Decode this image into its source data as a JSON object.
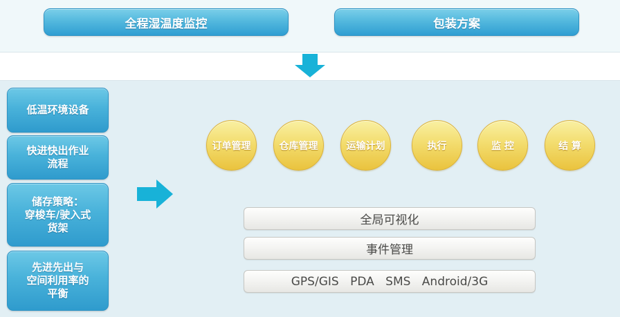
{
  "header": {
    "buttons": [
      {
        "label": "全程湿温度监控"
      },
      {
        "label": "包装方案"
      }
    ]
  },
  "sidebar": {
    "items": [
      {
        "label": "低温环境设备"
      },
      {
        "label": "快进快出作业\n流程"
      },
      {
        "label": "储存策略：\n穿梭车/驶入式\n货架"
      },
      {
        "label": "先进先出与\n空间利用率的\n平衡"
      }
    ]
  },
  "process_circles": [
    {
      "label": "订单管理"
    },
    {
      "label": "仓库管理"
    },
    {
      "label": "运输计划"
    },
    {
      "label": "执行"
    },
    {
      "label": "监 控"
    },
    {
      "label": "结 算"
    }
  ],
  "layers": [
    {
      "label": "全局可视化"
    },
    {
      "label": "事件管理"
    },
    {
      "label": "GPS/GIS PDA SMS Android/3G"
    }
  ],
  "icons": {
    "down_arrow": "down-arrow",
    "right_arrow": "right-arrow"
  },
  "colors": {
    "accent_blue": "#3aa5d5",
    "accent_cyan": "#18b2d8",
    "circle_gold": "#eac33e",
    "bar_gray": "#e7e7e4",
    "bg_light": "#e2eff4"
  }
}
